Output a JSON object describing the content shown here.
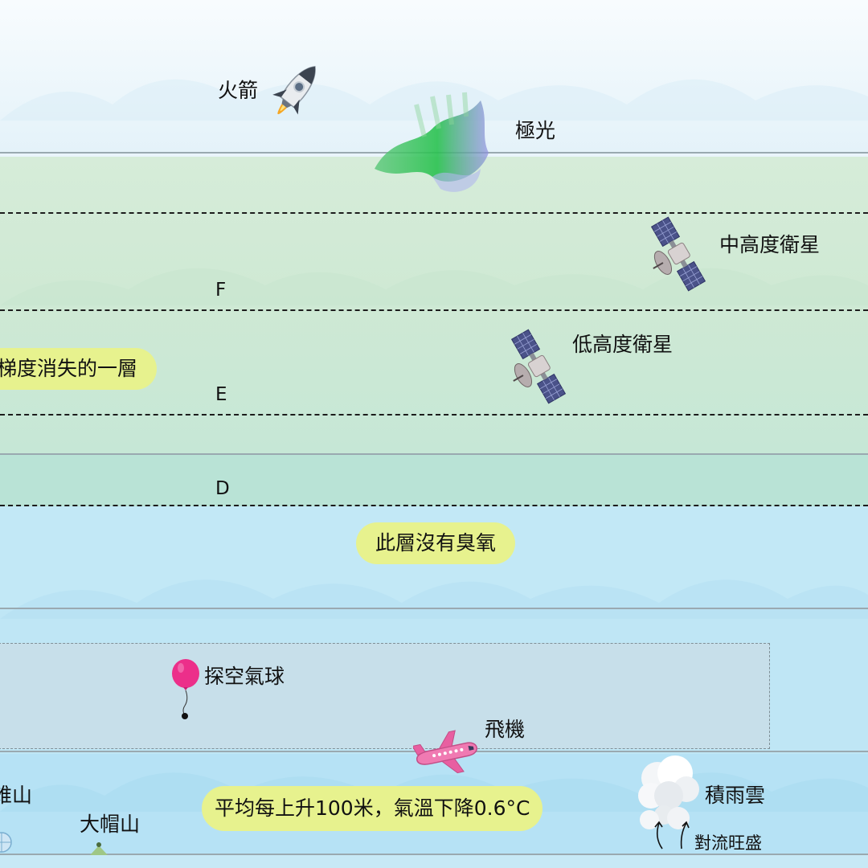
{
  "layers": {
    "ionosphere_letters": [
      "F",
      "E",
      "D"
    ]
  },
  "callouts": {
    "gradient_disappear": "梯度消失的一層",
    "no_ozone": "此層沒有臭氧",
    "lapse_rate": "平均每上升100米，氣溫下降0.6°C"
  },
  "objects": {
    "rocket": "火箭",
    "aurora": "極光",
    "medium_satellite": "中高度衛星",
    "low_satellite": "低高度衛星",
    "balloon": "探空氣球",
    "airplane": "飛機",
    "cumulonimbus": "積雨雲",
    "convection": "對流旺盛",
    "mountain_left_partial": "雉山",
    "mountain_tai_mo": "大帽山"
  },
  "colors": {
    "callout_fill": "#e7f28e",
    "balloon": "#ec2f8a",
    "airplane": "#f07ab2",
    "aurora": "#3fc46a",
    "satellite_panel": "#4a5289"
  }
}
